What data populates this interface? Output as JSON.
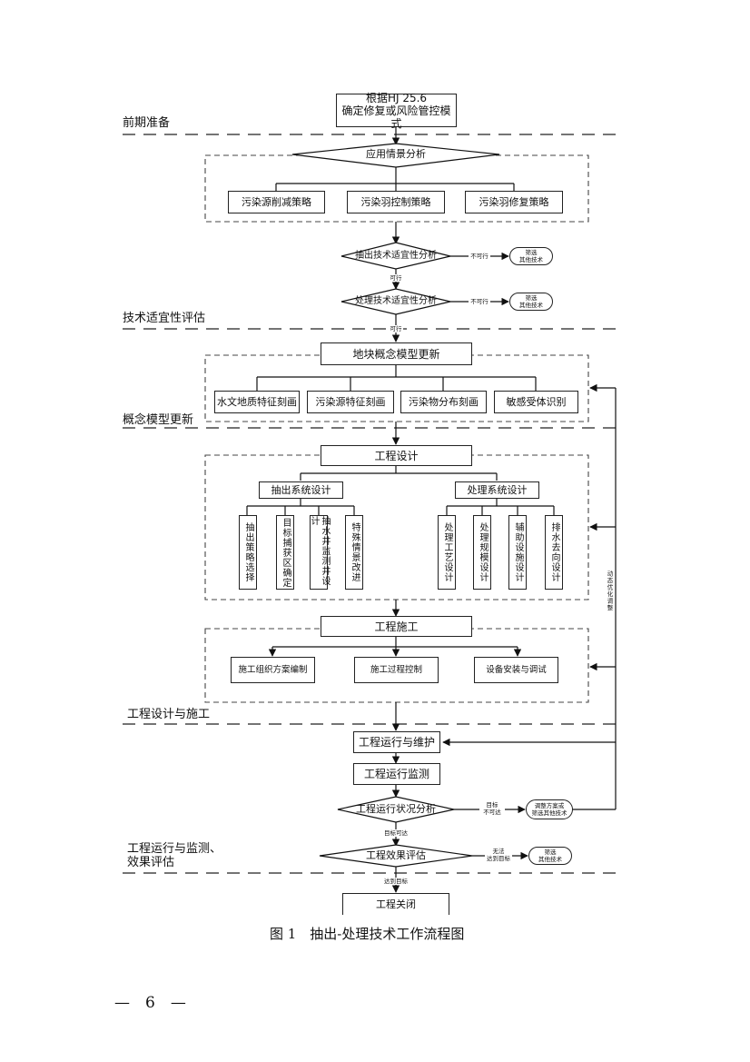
{
  "sections": {
    "prep": "前期准备",
    "suitability": "技术适宜性评估",
    "model": "概念模型更新",
    "design_construction": "工程设计与施工",
    "operation_line1": "工程运行与监测、",
    "operation_line2": "效果评估"
  },
  "nodes": {
    "start_line1": "根据HJ 25.6",
    "start_line2": "确定修复或风险管控模式",
    "scenario": "应用情景分析",
    "strategies": [
      "污染源削减策略",
      "污染羽控制策略",
      "污染羽修复策略"
    ],
    "extract_suit": "抽出技术适宜性分析",
    "treat_suit": "处理技术适宜性分析",
    "model_update": "地块概念模型更新",
    "model_items": [
      "水文地质特征刻画",
      "污染源特征刻画",
      "污染物分布刻画",
      "敏感受体识别"
    ],
    "eng_design": "工程设计",
    "extract_sys": "抽出系统设计",
    "treat_sys": "处理系统设计",
    "extract_items": [
      "抽出策略选择",
      "目标捕获区确定",
      "抽水井监测井设计",
      "特殊情景改进"
    ],
    "treat_items": [
      "处理工艺设计",
      "处理规模设计",
      "辅助设施设计",
      "排水去向设计"
    ],
    "construction": "工程施工",
    "construction_items": [
      "施工组织方案编制",
      "施工过程控制",
      "设备安装与调试"
    ],
    "operation": "工程运行与维护",
    "monitoring": "工程运行监测",
    "status_analysis": "工程运行状况分析",
    "effect_eval": "工程效果评估",
    "closure": "工程关闭"
  },
  "terminals": {
    "other_tech_1": "筛选\n其他技术",
    "other_tech_2": "筛选\n其他技术",
    "adjust": "调整方案或\n筛选其他技术",
    "other_tech_3": "筛选\n其他技术"
  },
  "edge_labels": {
    "infeasible_1": "不可行",
    "feasible_1": "可行",
    "infeasible_2": "不可行",
    "feasible_2": "可行",
    "target_unreachable_line1": "目标",
    "target_unreachable_line2": "不可达",
    "target_reachable": "目标可达",
    "cannot_reach_line1": "无法",
    "cannot_reach_line2": "达到目标",
    "reached": "达到目标",
    "feedback": "动态优化调整"
  },
  "caption": "图 1　抽出-处理技术工作流程图",
  "page_number": "—　6　—"
}
